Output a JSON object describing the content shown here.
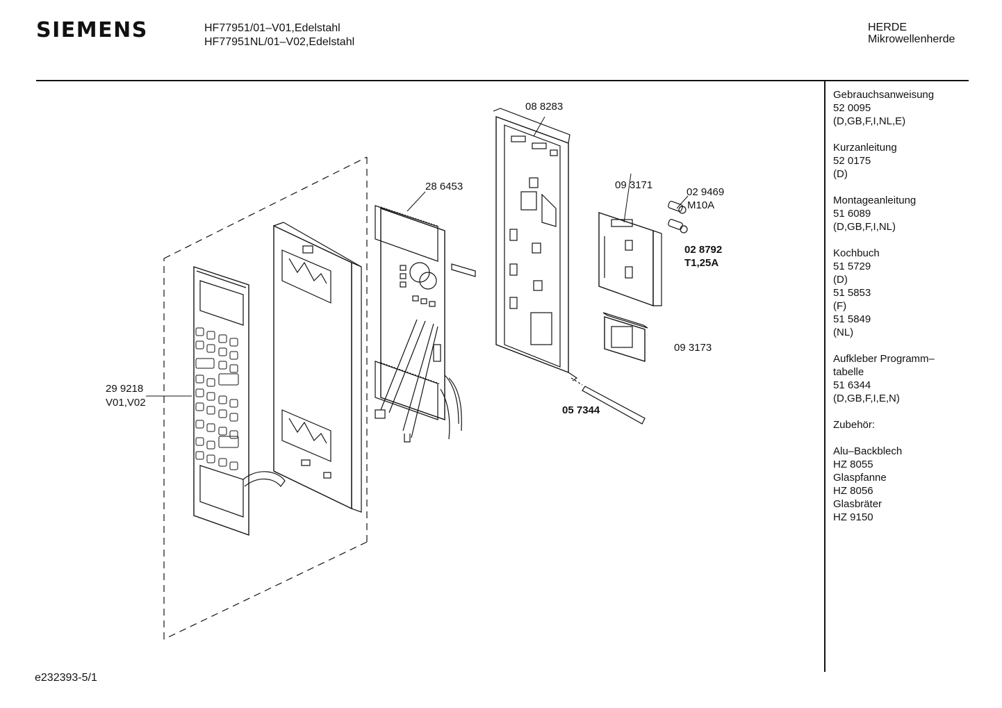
{
  "header": {
    "brand": "SIEMENS",
    "model_line_1": "HF77951/01–V01,Edelstahl",
    "model_line_2": "HF77951NL/01–V02,Edelstahl",
    "category_line_1": "HERDE",
    "category_line_2": "Mikrowellenherde"
  },
  "sidebar": {
    "blocks": [
      {
        "lines": [
          "Gebrauchsanweisung",
          "52 0095",
          "(D,GB,F,I,NL,E)"
        ]
      },
      {
        "lines": [
          "Kurzanleitung",
          "52 0175",
          "(D)"
        ]
      },
      {
        "lines": [
          "Montageanleitung",
          "51 6089",
          "(D,GB,F,I,NL)"
        ]
      },
      {
        "lines": [
          "Kochbuch",
          "51 5729",
          "(D)",
          "51 5853",
          "(F)",
          "51 5849",
          "(NL)"
        ]
      },
      {
        "lines": [
          "Aufkleber Programm–",
          "tabelle",
          "51 6344",
          "(D,GB,F,I,E,N)"
        ]
      },
      {
        "lines": [
          "Zubehör:"
        ]
      },
      {
        "lines": [
          "Alu–Backblech",
          "HZ 8055",
          "Glaspfanne",
          "HZ 8056",
          "Glasbräter",
          "HZ 9150"
        ]
      }
    ]
  },
  "parts": {
    "p088283": "08 8283",
    "p286453": "28 6453",
    "p093171": "09 3171",
    "p029469": "02 9469",
    "p029469_sub": "M10A",
    "p028792": "02 8792",
    "p028792_sub": "T1,25A",
    "p093173": "09 3173",
    "p057344": "05 7344",
    "p299218": "29 9218",
    "p299218_sub": "V01,V02"
  },
  "footer": {
    "doc_id": "e232393-5/1"
  }
}
